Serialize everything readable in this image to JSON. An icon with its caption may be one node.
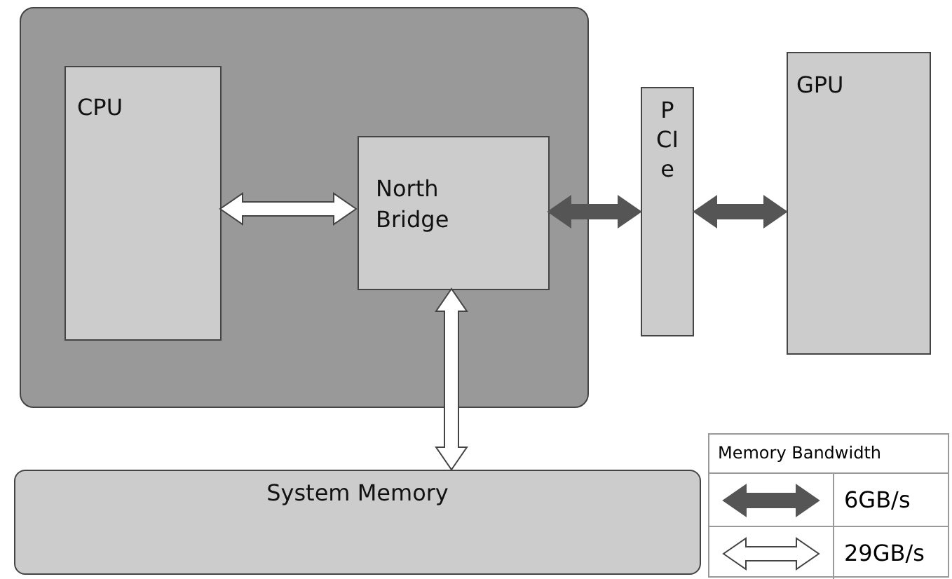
{
  "diagram": {
    "nodes": [
      {
        "text": [],
        "shape": "box"
      },
      {
        "text": [
          "CPU"
        ],
        "in": 0
      },
      {
        "text": [
          "North Bridge"
        ],
        "in": 0
      },
      {
        "text": [
          "PCIe"
        ]
      },
      {
        "text": [
          "GPU"
        ]
      },
      {
        "text": [
          "System Memory"
        ]
      }
    ],
    "edges": [
      {
        "from": 1,
        "to": 2,
        "arrow": "both",
        "color": "#ffffff"
      },
      {
        "from": 2,
        "to": 3,
        "arrow": "both",
        "color": "#555555"
      },
      {
        "from": 3,
        "to": 4,
        "arrow": "both",
        "color": "#555555"
      },
      {
        "from": 2,
        "to": 5,
        "arrow": "both",
        "color": "#ffffff"
      }
    ],
    "labels": [
      "Memory Bandwidth"
    ],
    "legend": [
      {
        "text": "6GB/s"
      },
      {
        "text": "29GB/s"
      }
    ]
  }
}
